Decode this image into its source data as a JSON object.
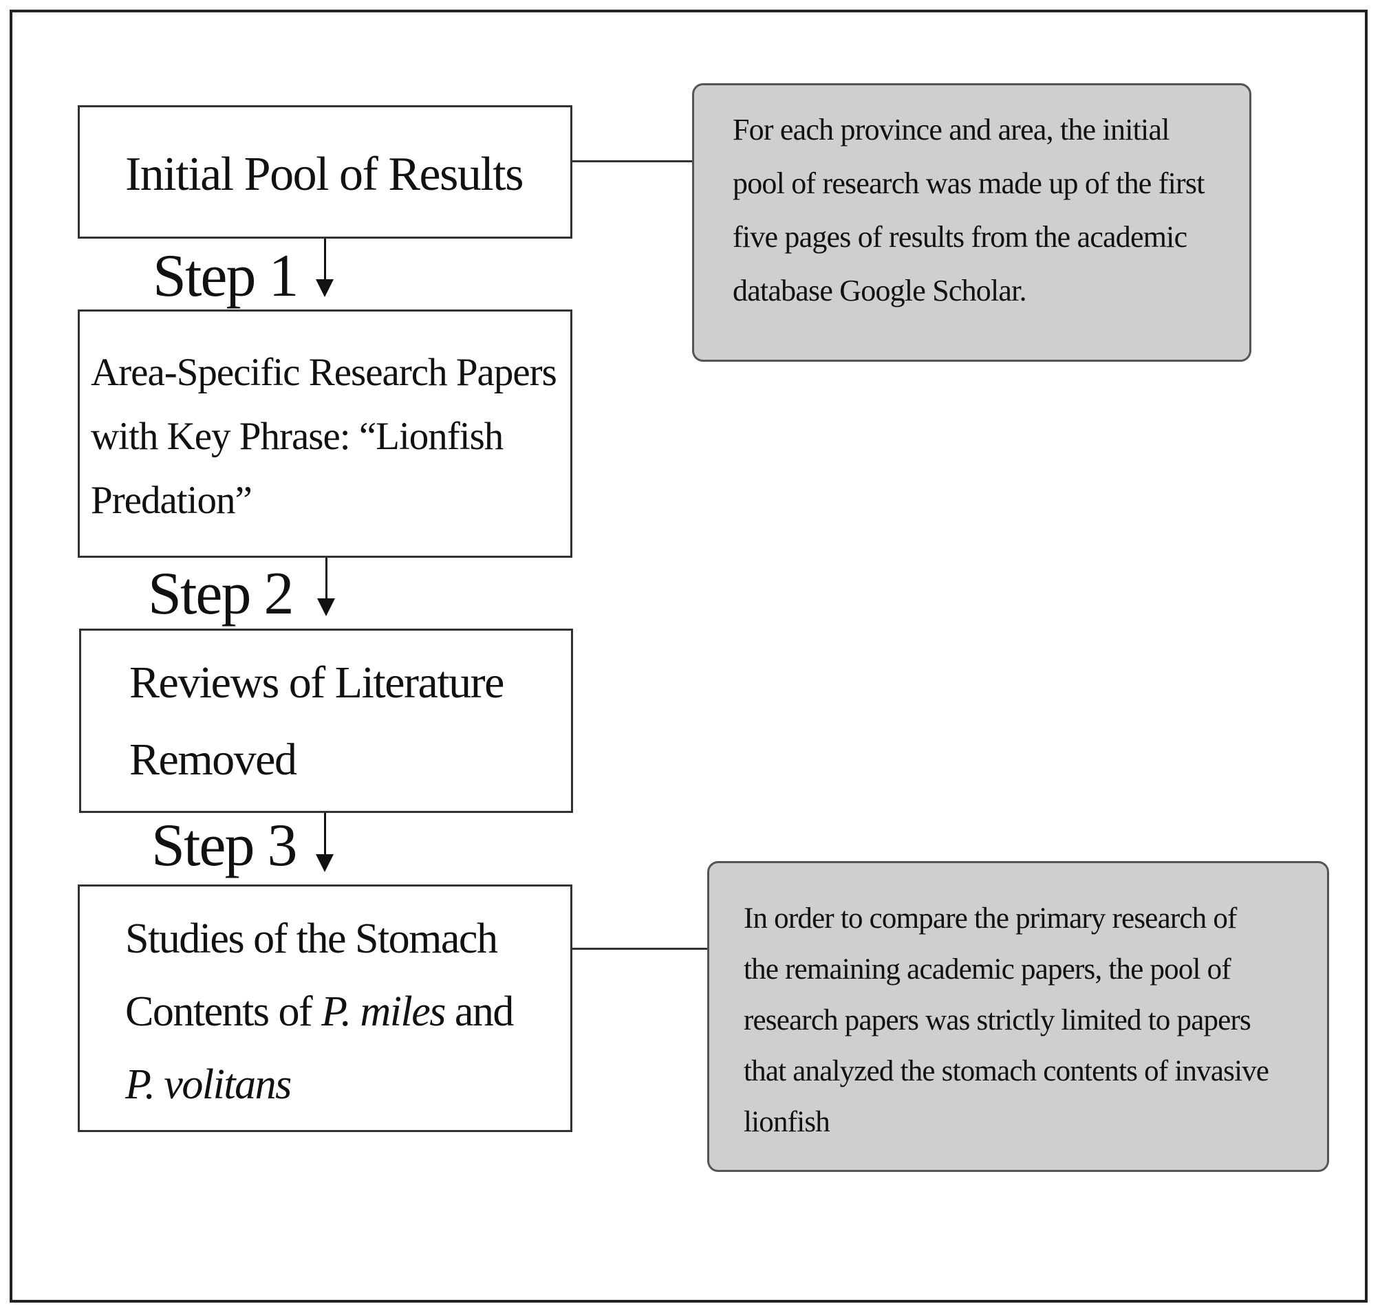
{
  "boxes": {
    "initial_pool": "Initial Pool of Results",
    "area_specific": {
      "line1": "Area-Specific Research Papers",
      "line2": "with Key Phrase: “Lionfish",
      "line3": "Predation”"
    },
    "reviews_removed": {
      "line1": "Reviews of Literature",
      "line2": "Removed"
    },
    "stomach_studies": {
      "line1": "Studies of the Stomach",
      "line2_pre": "Contents of ",
      "line2_species": "P. miles",
      "line2_post": " and",
      "line3_species": "P. volitans"
    }
  },
  "steps": {
    "step1": "Step 1",
    "step2": "Step 2",
    "step3": "Step 3"
  },
  "notes": {
    "note1": {
      "line1": "For each province and area, the initial",
      "line2": "pool of research was made up of the first",
      "line3": "five pages of results from the academic",
      "line4": "database Google Scholar."
    },
    "note2": {
      "line1": "In order to compare the primary research of",
      "line2": "the remaining academic papers, the pool of",
      "line3": "research papers was strictly limited to papers",
      "line4": "that analyzed the stomach contents of invasive",
      "line5": "lionfish"
    }
  }
}
